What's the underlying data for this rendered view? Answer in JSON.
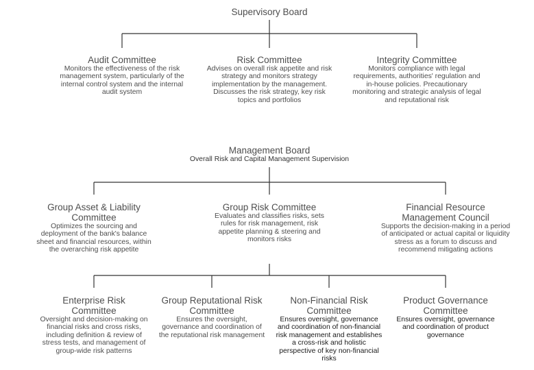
{
  "supervisory_board": {
    "title": "Supervisory Board"
  },
  "supervisory_committees": [
    {
      "title": "Audit Committee",
      "description": "Monitors the effectiveness of the risk management system, particularly of the internal control system and the internal audit system"
    },
    {
      "title": "Risk Committee",
      "description": "Advises on overall risk appetite and risk strategy and monitors strategy implementation by the management. Discusses the risk strategy, key risk topics and portfolios"
    },
    {
      "title": "Integrity Committee",
      "description": "Monitors compliance with legal requirements, authorities' regulation and in-house policies. Precautionary monitoring and strategic analysis of legal and reputational risk"
    }
  ],
  "management_board": {
    "title": "Management Board",
    "subtitle": "Overall Risk and Capital Management Supervision"
  },
  "management_committees": [
    {
      "title": "Group Asset & Liability Committee",
      "description": "Optimizes the sourcing and deployment of the bank's balance sheet and financial resources, within the overarching risk appetite"
    },
    {
      "title": "Group Risk Committee",
      "description": "Evaluates and classifies risks, sets rules for risk management, risk appetite planning & steering and monitors risks"
    },
    {
      "title": "Financial Resource Management Council",
      "description": "Supports the decision-making in a period of anticipated or actual capital or liquidity stress as a forum to discuss and recommend mitigating actions"
    }
  ],
  "risk_subcommittees": [
    {
      "title": "Enterprise Risk Committee",
      "description": "Oversight and decision-making on financial risks and cross risks, including definition & review of stress tests, and management of group-wide risk patterns"
    },
    {
      "title": "Group Reputational Risk Committee",
      "description": "Ensures the oversight, governance and coordination of the reputational risk management"
    },
    {
      "title": "Non-Financial Risk Committee",
      "description": "Ensures oversight, governance and coordination of non-financial risk management and establishes a cross-risk and holistic perspective of key non-financial risks"
    },
    {
      "title": "Product Governance Committee",
      "description": "Ensures oversight, governance and coordination of product governance"
    }
  ]
}
